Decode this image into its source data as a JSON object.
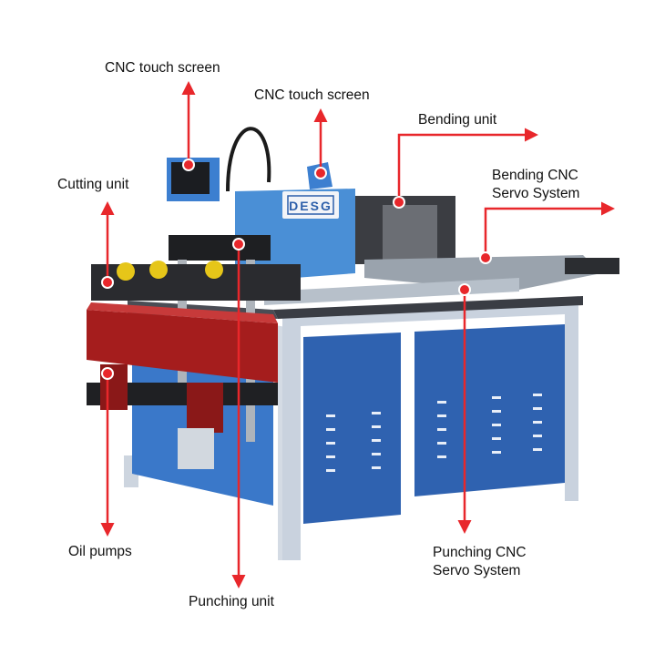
{
  "brand": "DESG",
  "colors": {
    "arrow": "#e8272b",
    "cabinet": "#2f62b0",
    "frame": "#c7d0dc",
    "body_blue": "#4a8fd6",
    "red_body": "#a51d1d"
  },
  "labels": {
    "cnc_screen_1": "CNC touch screen",
    "cnc_screen_2": "CNC touch screen",
    "bending_unit": "Bending unit",
    "bending_servo_1": "Bending CNC",
    "bending_servo_2": "Servo System",
    "cutting_unit": "Cutting unit",
    "oil_pumps": "Oil pumps",
    "punching_unit": "Punching unit",
    "punching_servo_1": "Punching CNC",
    "punching_servo_2": "Servo System"
  }
}
